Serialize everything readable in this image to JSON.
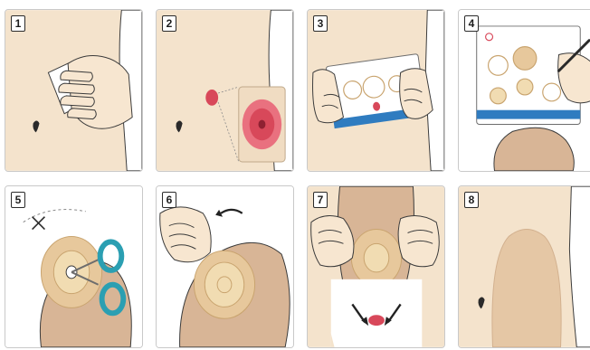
{
  "steps": [
    {
      "number": "1"
    },
    {
      "number": "2"
    },
    {
      "number": "3"
    },
    {
      "number": "4"
    },
    {
      "number": "5"
    },
    {
      "number": "6"
    },
    {
      "number": "7"
    },
    {
      "number": "8"
    }
  ],
  "colors": {
    "skin": "#f4e3cc",
    "skin_shadow": "#e9d2b4",
    "wafer_outer": "#e7c89c",
    "wafer_inner": "#f1dcb2",
    "stoma": "#d8485a",
    "stoma_glow": "#e9717f",
    "pouch": "#d8b596",
    "guide_blue": "#2f7cc0",
    "scissors_teal": "#2b9fb2",
    "outline": "#3a3a3a",
    "arrow": "#222222"
  }
}
